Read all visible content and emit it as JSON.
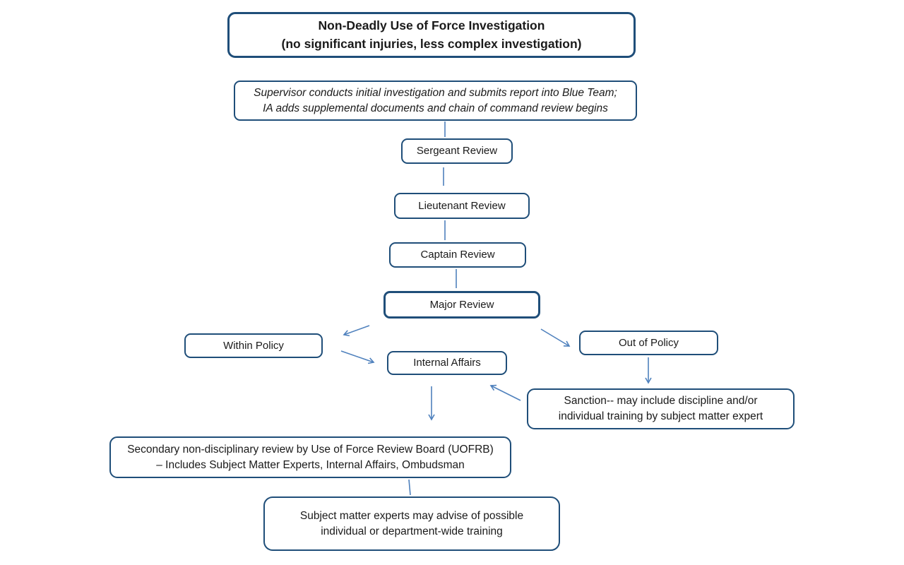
{
  "colors": {
    "box_border": "#1F4E79",
    "connector": "#4F81BD",
    "text": "#1A1A1A",
    "background": "#FFFFFF"
  },
  "nodes": {
    "title": {
      "text": "Non-Deadly Use of Force Investigation\n(no significant injuries, less complex investigation)"
    },
    "supervisor": {
      "text": "Supervisor conducts initial investigation and submits report into Blue Team;\nIA adds supplemental documents and chain of command review begins"
    },
    "sergeant_review": {
      "text": "Sergeant Review"
    },
    "lieutenant_review": {
      "text": "Lieutenant Review"
    },
    "captain_review": {
      "text": "Captain Review"
    },
    "major_review": {
      "text": "Major Review"
    },
    "within_policy": {
      "text": "Within Policy"
    },
    "out_of_policy": {
      "text": "Out of Policy"
    },
    "internal_affairs": {
      "text": "Internal Affairs"
    },
    "sanction": {
      "text": "Sanction-- may include discipline and/or\nindividual training by subject matter expert"
    },
    "uofrb_review": {
      "text": "Secondary non-disciplinary review by Use of Force Review Board (UOFRB)\n– Includes Subject Matter Experts, Internal Affairs, Ombudsman"
    },
    "sme_training": {
      "text": "Subject matter experts may advise of possible\nindividual or department-wide training"
    }
  }
}
